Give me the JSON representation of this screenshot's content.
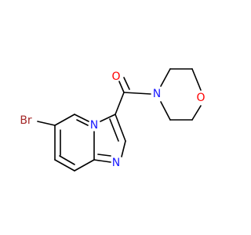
{
  "atoms": {
    "bromine": {
      "text": "Br",
      "color": "#a52a2a"
    },
    "ring_nitrogen_bridge": {
      "text": "N",
      "color": "#1a1aff"
    },
    "ring_nitrogen_imidazole": {
      "text": "N",
      "color": "#1a1aff"
    },
    "carbonyl_oxygen": {
      "text": "O",
      "color": "#ff0000"
    },
    "morpholine_nitrogen": {
      "text": "N",
      "color": "#1a1aff"
    },
    "morpholine_oxygen": {
      "text": "O",
      "color": "#ff0000"
    }
  },
  "bond_color": "#000000"
}
